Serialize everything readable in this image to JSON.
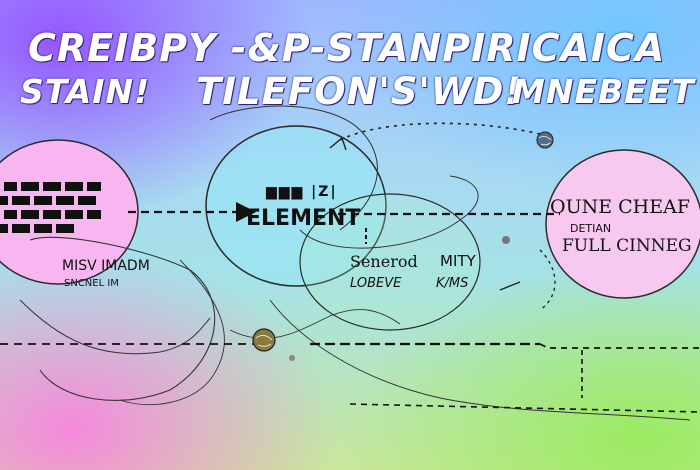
{
  "scene": {
    "colors": {
      "violet": "#9650ff",
      "pink": "#ff78e6",
      "sky": "#6ec8ff",
      "lime": "#96eb5a",
      "ink": "#111111",
      "title_text": "#ffffff"
    },
    "title": {
      "line1": "CREIBPY -&P-STANPIRICAICA",
      "line2a": "STAIN!",
      "line2b": "TILEFON'S'WD!",
      "line2c": "MNEBEET"
    },
    "nodes": {
      "left": {
        "name": "left-pink-circle",
        "icon": "brick-grid-icon",
        "label_main": "MISV IMADM",
        "label_sub": "SNCNEL IM"
      },
      "middle": {
        "name": "middle-element-circle",
        "label_bar": "▆▆▆ |Z|",
        "label_main": "ELEMENT",
        "sublabel_a": "Senerod",
        "sublabel_b": "MITY",
        "sublabel_c": "LOBEVE",
        "sublabel_d": "K/MS"
      },
      "right": {
        "name": "right-pink-circle",
        "line1": "OUNE CHEAF",
        "line2": "DETIAN",
        "line3": "FULL CINNEG"
      }
    },
    "icons": [
      "arrow-right-icon",
      "dotted-arrow-icon",
      "small-globe-icon",
      "brick-grid-icon"
    ]
  }
}
